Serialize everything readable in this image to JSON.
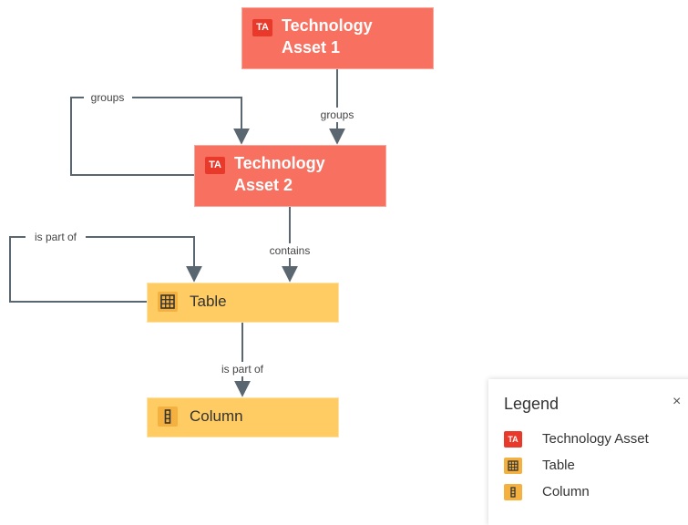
{
  "nodes": {
    "ta1": {
      "badge": "TA",
      "line1": "Technology",
      "line2": "Asset 1"
    },
    "ta2": {
      "badge": "TA",
      "line1": "Technology",
      "line2": "Asset 2"
    },
    "table": {
      "label": "Table",
      "icon": "table-icon"
    },
    "column": {
      "label": "Column",
      "icon": "column-icon"
    }
  },
  "edges": {
    "ta2_self": "groups",
    "ta1_to_ta2": "groups",
    "ta2_to_table": "contains",
    "table_self": "is part of",
    "table_to_column": "is part of"
  },
  "legend": {
    "title": "Legend",
    "close": "×",
    "items": [
      {
        "badge": "TA",
        "label": "Technology Asset",
        "icon": "technology-asset-icon"
      },
      {
        "label": "Table",
        "icon": "table-icon"
      },
      {
        "label": "Column",
        "icon": "column-icon"
      }
    ]
  },
  "colors": {
    "technology_asset_fill": "#f87060",
    "technology_asset_badge": "#e8392b",
    "table_column_fill": "#ffcb63",
    "table_column_icon": "#f4b13f",
    "edge": "#5b6770"
  }
}
